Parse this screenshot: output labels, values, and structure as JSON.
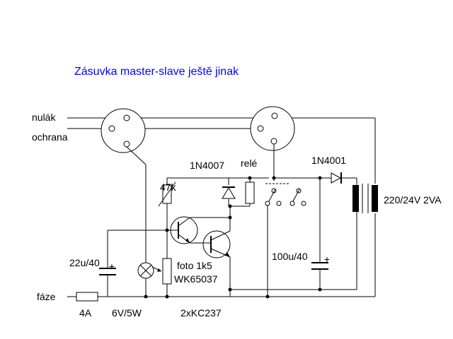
{
  "title": "Zásuvka master-slave ještě jinak",
  "labels": {
    "neutral": "nulák",
    "protective_earth": "ochrana",
    "phase": "fáze",
    "fuse_rating": "4A",
    "lamp_rating": "6V/5W",
    "transistors": "2xKC237",
    "capacitor_small": "22u/40",
    "resistor_47k": "47k",
    "photo_resistor_value": "foto 1k5",
    "photo_resistor_part": "WK65037",
    "diode_relay": "1N4007",
    "relay": "relé",
    "diode_rectifier": "1N4001",
    "capacitor_large": "100u/40",
    "transformer": "220/24V 2VA"
  },
  "polarity_marks": {
    "cap_small": "+",
    "cap_large": "+"
  }
}
